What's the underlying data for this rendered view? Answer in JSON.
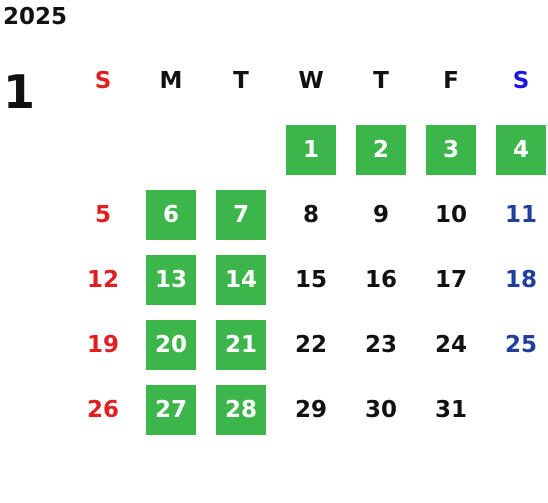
{
  "year": "2025",
  "month": "1",
  "weekdays": [
    "S",
    "M",
    "T",
    "W",
    "T",
    "F",
    "S"
  ],
  "weeks": [
    [
      "",
      "",
      "",
      "1",
      "2",
      "3",
      "4"
    ],
    [
      "5",
      "6",
      "7",
      "8",
      "9",
      "10",
      "11"
    ],
    [
      "12",
      "13",
      "14",
      "15",
      "16",
      "17",
      "18"
    ],
    [
      "19",
      "20",
      "21",
      "22",
      "23",
      "24",
      "25"
    ],
    [
      "26",
      "27",
      "28",
      "29",
      "30",
      "31",
      ""
    ]
  ],
  "highlighted_days": [
    "1",
    "2",
    "3",
    "4",
    "6",
    "7",
    "13",
    "14",
    "20",
    "21",
    "27",
    "28"
  ],
  "colors": {
    "sunday": "#e02020",
    "saturday_header": "#1a1adb",
    "saturday": "#1f3f9a",
    "weekday": "#111111",
    "highlight_bg": "#3cb54a",
    "highlight_text": "#ffffff"
  }
}
